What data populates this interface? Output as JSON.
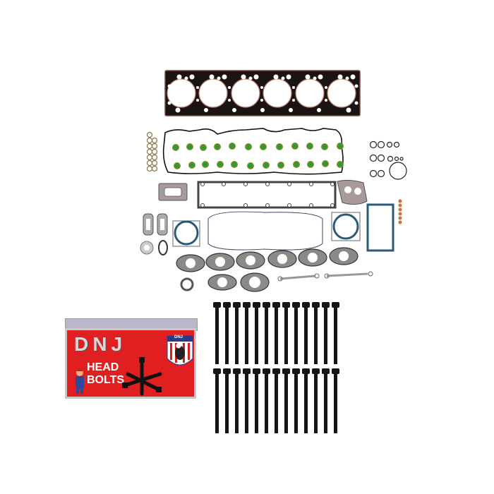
{
  "product": {
    "description": "Engine head gasket set with head bolts kit",
    "gasket_set": {
      "head_gasket_cylinders": 6,
      "valve_stem_seals": 24,
      "colors": {
        "head_gasket": "#1a1414",
        "head_gasket_edge": "#8a5a4a",
        "valve_seal_green": "#2a9a3a",
        "valve_seal_ring": "#8a8a20",
        "valve_cover_line": "#111111",
        "blue_gasket": "#2a5a7a",
        "copper_ring": "#d0703a",
        "steel_gasket": "#8a8a8a"
      }
    },
    "bolt_box": {
      "brand": "DNJ",
      "line1": "HEAD",
      "line2": "BOLTS",
      "badge_text": "DNJ",
      "colors": {
        "box_red": "#e02020",
        "box_grey": "#c8c8c8",
        "text_white": "#ffffff",
        "brand_silver": "#d8d8d8",
        "flag_blue": "#2a3a8a"
      }
    },
    "bolts": {
      "rows": 2,
      "per_row": 13,
      "color": "#151515"
    }
  }
}
